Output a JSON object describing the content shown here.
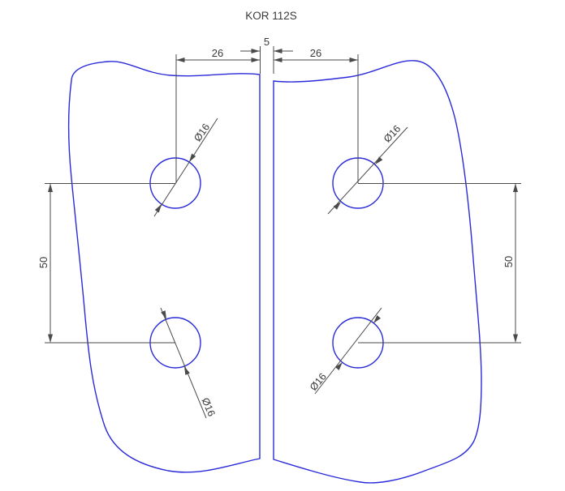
{
  "title": "KOR 112S",
  "colors": {
    "background": "#ffffff",
    "panel_outline": "#2a2ad9",
    "dimension": "#4a4a4a",
    "text": "#3a3a3a"
  },
  "dimensions": {
    "left_hole_to_edge": "26",
    "panel_gap": "5",
    "right_hole_to_edge": "26",
    "left_hole_spacing": "50",
    "right_hole_spacing": "50"
  },
  "hole_labels": {
    "top_left": "Ø16",
    "top_right": "Ø16",
    "bottom_left": "Ø16",
    "bottom_right": "Ø16"
  }
}
